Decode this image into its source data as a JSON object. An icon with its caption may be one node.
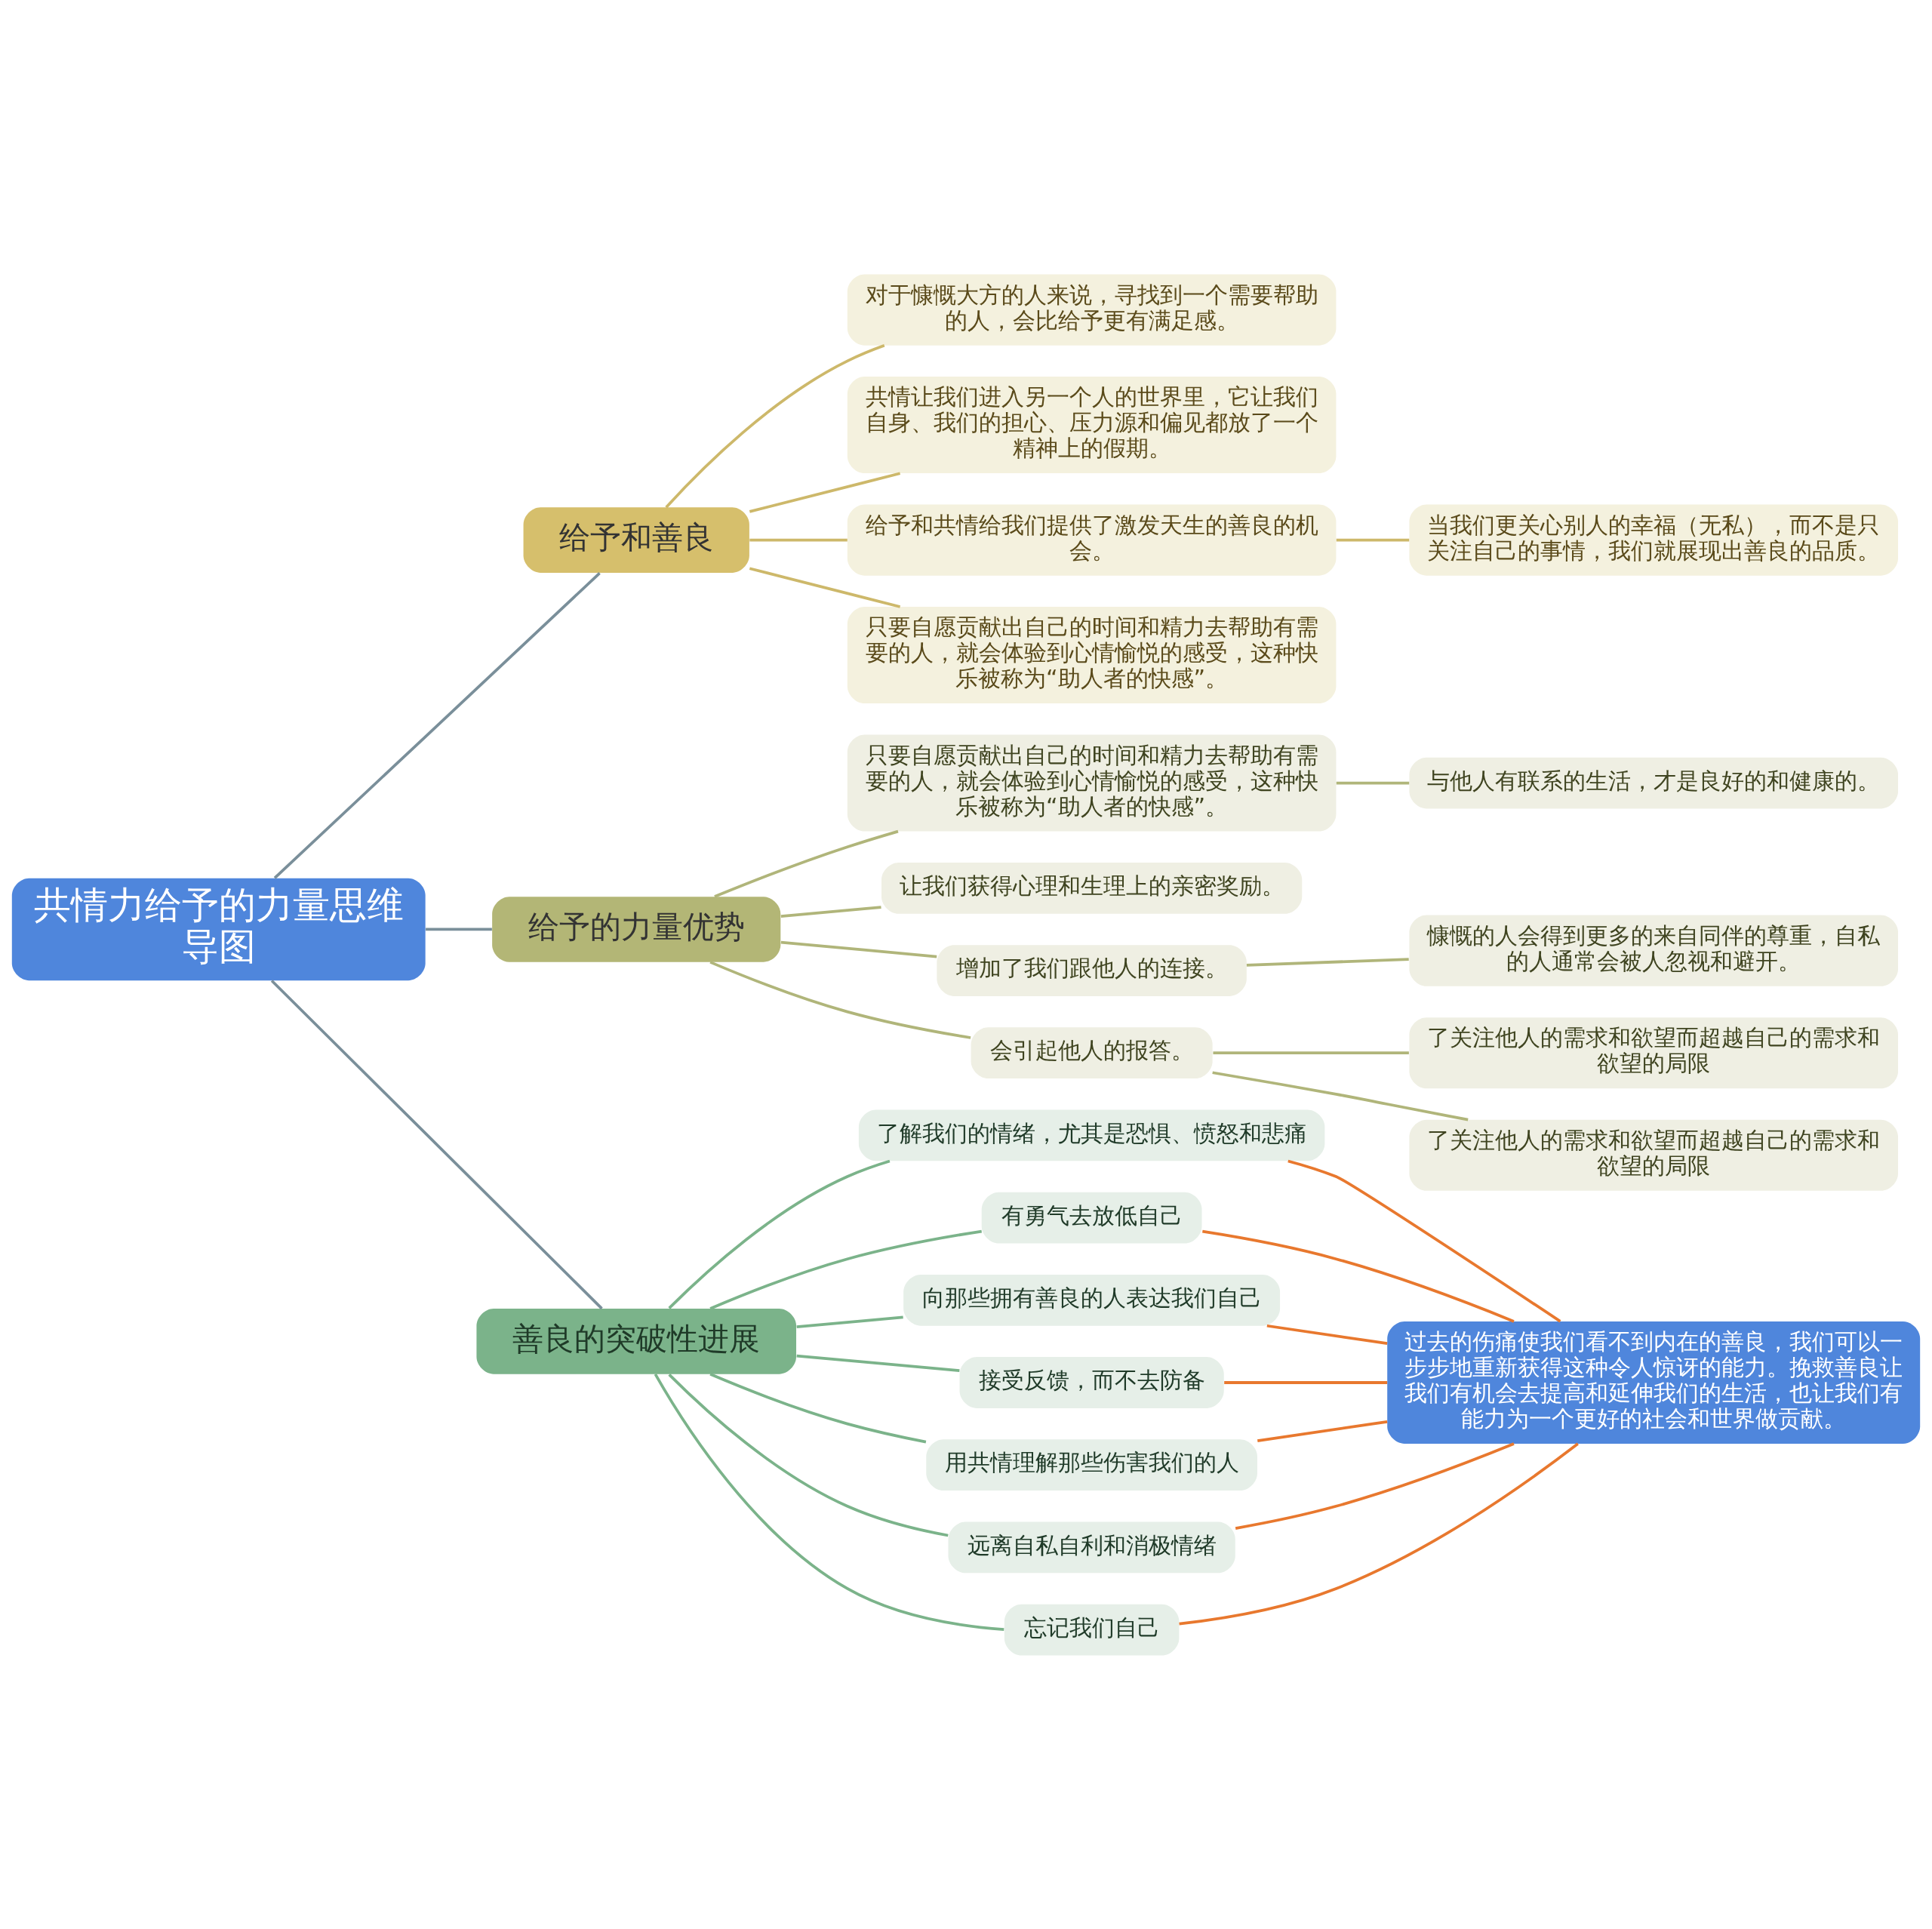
{
  "diagram": {
    "nodes": [
      {
        "text": [
          "共情力给予的力量思维导图"
        ]
      },
      {
        "text": [
          "给予和善良"
        ]
      },
      {
        "text": [
          "对于慷慨大方的人来说，寻找到一个需要帮助的人，会比给予更有满足感。"
        ]
      },
      {
        "text": [
          "共情让我们进入另一个人的世界里，它让我们自身、我们的担心、压力源和偏见都放了一个精神上的假期。"
        ]
      },
      {
        "text": [
          "给予和共情给我们提供了激发天生的善良的机会。"
        ]
      },
      {
        "text": [
          "当我们更关心别人的幸福（无私），而不是只关注自己的事情，我们就展现出善良的品质。"
        ]
      },
      {
        "text": [
          "只要自愿贡献出自己的时间和精力去帮助有需要的人，就会体验到心情愉悦的感受，这种快乐被称为“助人者的快感”。"
        ]
      },
      {
        "text": [
          "给予的力量优势"
        ]
      },
      {
        "text": [
          "只要自愿贡献出自己的时间和精力去帮助有需要的人，就会体验到心情愉悦的感受，这种快乐被称为“助人者的快感”。"
        ]
      },
      {
        "text": [
          "与他人有联系的生活，才是良好的和健康的。"
        ]
      },
      {
        "text": [
          "让我们获得心理和生理上的亲密奖励。"
        ]
      },
      {
        "text": [
          "增加了我们跟他人的连接。"
        ]
      },
      {
        "text": [
          "慷慨的人会得到更多的来自同伴的尊重，自私的人通常会被人忽视和避开。"
        ]
      },
      {
        "text": [
          "会引起他人的报答。"
        ]
      },
      {
        "text": [
          "了关注他人的需求和欲望而超越自己的需求和欲望的局限"
        ]
      },
      {
        "text": [
          "了关注他人的需求和欲望而超越自己的需求和欲望的局限"
        ]
      },
      {
        "text": [
          "善良的突破性进展"
        ]
      },
      {
        "text": [
          "了解我们的情绪，尤其是恐惧、愤怒和悲痛"
        ]
      },
      {
        "text": [
          "有勇气去放低自己"
        ]
      },
      {
        "text": [
          "向那些拥有善良的人表达我们自己"
        ]
      },
      {
        "text": [
          "接受反馈，而不去防备"
        ]
      },
      {
        "text": [
          "用共情理解那些伤害我们的人"
        ]
      },
      {
        "text": [
          "远离自私自利和消极情绪"
        ]
      },
      {
        "text": [
          "忘记我们自己"
        ]
      },
      {
        "text": [
          "过去的伤痛使我们看不到内在的善良，我们可以一步步地重新获得这种令人惊讶的能力。挽救善良让我们有机会去提高和延伸我们的生活，也让我们有能力为一个更好的社会和世界做贡献。"
        ]
      }
    ],
    "edges": [
      {
        "from": 0,
        "to": 1,
        "arrow": "none"
      },
      {
        "from": 1,
        "to": 2,
        "arrow": "none"
      },
      {
        "from": 1,
        "to": 3,
        "arrow": "none"
      },
      {
        "from": 1,
        "to": 4,
        "arrow": "none"
      },
      {
        "from": 4,
        "to": 5,
        "arrow": "none"
      },
      {
        "from": 1,
        "to": 6,
        "arrow": "none"
      },
      {
        "from": 0,
        "to": 7,
        "arrow": "none"
      },
      {
        "from": 7,
        "to": 8,
        "arrow": "none"
      },
      {
        "from": 8,
        "to": 9,
        "arrow": "none"
      },
      {
        "from": 7,
        "to": 10,
        "arrow": "none"
      },
      {
        "from": 7,
        "to": 11,
        "arrow": "none"
      },
      {
        "from": 11,
        "to": 12,
        "arrow": "none"
      },
      {
        "from": 7,
        "to": 13,
        "arrow": "none"
      },
      {
        "from": 13,
        "to": 14,
        "arrow": "none"
      },
      {
        "from": 13,
        "to": 15,
        "arrow": "none"
      },
      {
        "from": 0,
        "to": 16,
        "arrow": "none"
      },
      {
        "from": 16,
        "to": 17,
        "arrow": "none"
      },
      {
        "from": 16,
        "to": 18,
        "arrow": "none"
      },
      {
        "from": 16,
        "to": 19,
        "arrow": "none"
      },
      {
        "from": 16,
        "to": 20,
        "arrow": "none"
      },
      {
        "from": 16,
        "to": 21,
        "arrow": "none"
      },
      {
        "from": 16,
        "to": 22,
        "arrow": "none"
      },
      {
        "from": 16,
        "to": 23,
        "arrow": "none"
      },
      {
        "from": 17,
        "to": 24,
        "arrow": "none",
        "color": "#e8782e"
      },
      {
        "from": 18,
        "to": 24,
        "arrow": "none",
        "color": "#e8782e"
      },
      {
        "from": 19,
        "to": 24,
        "arrow": "none",
        "color": "#e8782e"
      },
      {
        "from": 20,
        "to": 24,
        "arrow": "none",
        "color": "#e8782e"
      },
      {
        "from": 21,
        "to": 24,
        "arrow": "none",
        "color": "#e8782e"
      },
      {
        "from": 22,
        "to": 24,
        "arrow": "none",
        "color": "#e8782e"
      },
      {
        "from": 23,
        "to": 24,
        "arrow": "none",
        "color": "#e8782e"
      }
    ]
  }
}
